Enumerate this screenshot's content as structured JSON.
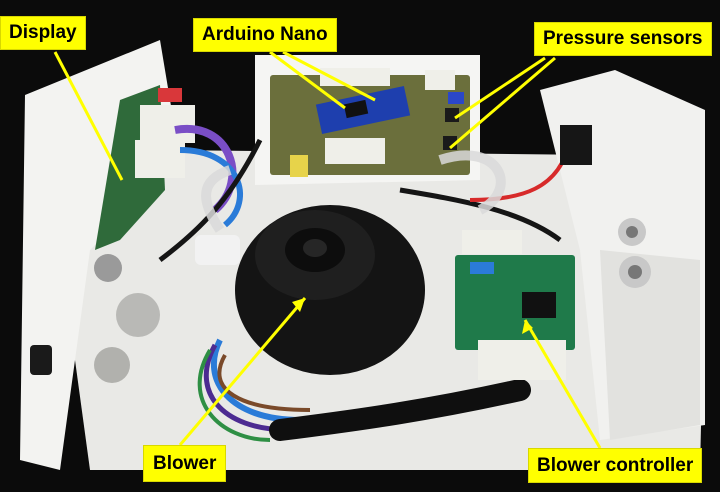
{
  "callouts": {
    "display": "Display",
    "arduino_nano": "Arduino Nano",
    "pressure_sensors": "Pressure sensors",
    "blower": "Blower",
    "blower_controller": "Blower controller"
  },
  "colors": {
    "callout_fill": "#ffff00",
    "callout_text": "#000000",
    "pointer_line": "#ffff00",
    "enclosure": "#f2f2f0",
    "blower_body": "#141414",
    "pcb_main": "#6b6f3c",
    "pcb_controller": "#1f7a4a",
    "nano_board": "#1e3fae",
    "background": "#0b0b0b"
  }
}
